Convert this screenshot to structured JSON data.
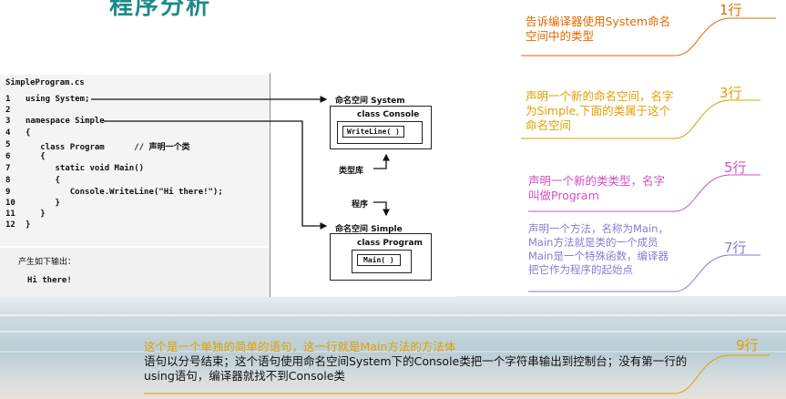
{
  "slide_title": "程序分析",
  "code": {
    "filename": "SimpleProgram.cs",
    "lines": [
      {
        "n": "1",
        "text": "using System;"
      },
      {
        "n": "2",
        "text": ""
      },
      {
        "n": "3",
        "text": "namespace Simple"
      },
      {
        "n": "4",
        "text": "{"
      },
      {
        "n": "5",
        "text": "   class Program      // 声明一个类"
      },
      {
        "n": "6",
        "text": "   {"
      },
      {
        "n": "7",
        "text": "      static void Main()"
      },
      {
        "n": "8",
        "text": "      {"
      },
      {
        "n": "9",
        "text": "         Console.WriteLine(\"Hi there!\");"
      },
      {
        "n": "10",
        "text": "      }"
      },
      {
        "n": "11",
        "text": "   }"
      },
      {
        "n": "12",
        "text": "}"
      }
    ],
    "output_label": "产生如下输出：",
    "output_text": "Hi there!"
  },
  "diagram": {
    "ns_system_label": "命名空间 System",
    "class_console": "class Console",
    "writeline": "WriteLine( )",
    "type_library": "类型库",
    "program_label": "程序",
    "ns_simple_label": "命名空间 Simple",
    "class_program": "class Program",
    "main": "Main( )"
  },
  "notes": [
    {
      "num": "1行",
      "text": "告诉编译器使用System命名空间中的类型",
      "color": "#e06a00"
    },
    {
      "num": "3行",
      "text": "声明一个新的命名空间，名字为Simple,下面的类属于这个命名空间",
      "color": "#e0a000"
    },
    {
      "num": "5行",
      "text": "声明一个新的类类型，名字叫做Program",
      "color": "#d050c0"
    },
    {
      "num": "7行",
      "text": "声明一个方法，名称为Main，Main方法就是类的一个成员\nMain是一个特殊函数，编译器把它作为程序的起始点",
      "color": "#8a7ad0"
    }
  ],
  "bottom": {
    "num": "9行",
    "line1": "这个是一个单独的简单的语句，这一行就是Main方法的方法体",
    "line2": "语句以分号结束；这个语句使用命名空间System下的Console类把一个字符串输出到控制台；没有第一行的using语句，编译器就找不到Console类",
    "line1_color": "#e0a000",
    "num_color": "#e0a000"
  }
}
